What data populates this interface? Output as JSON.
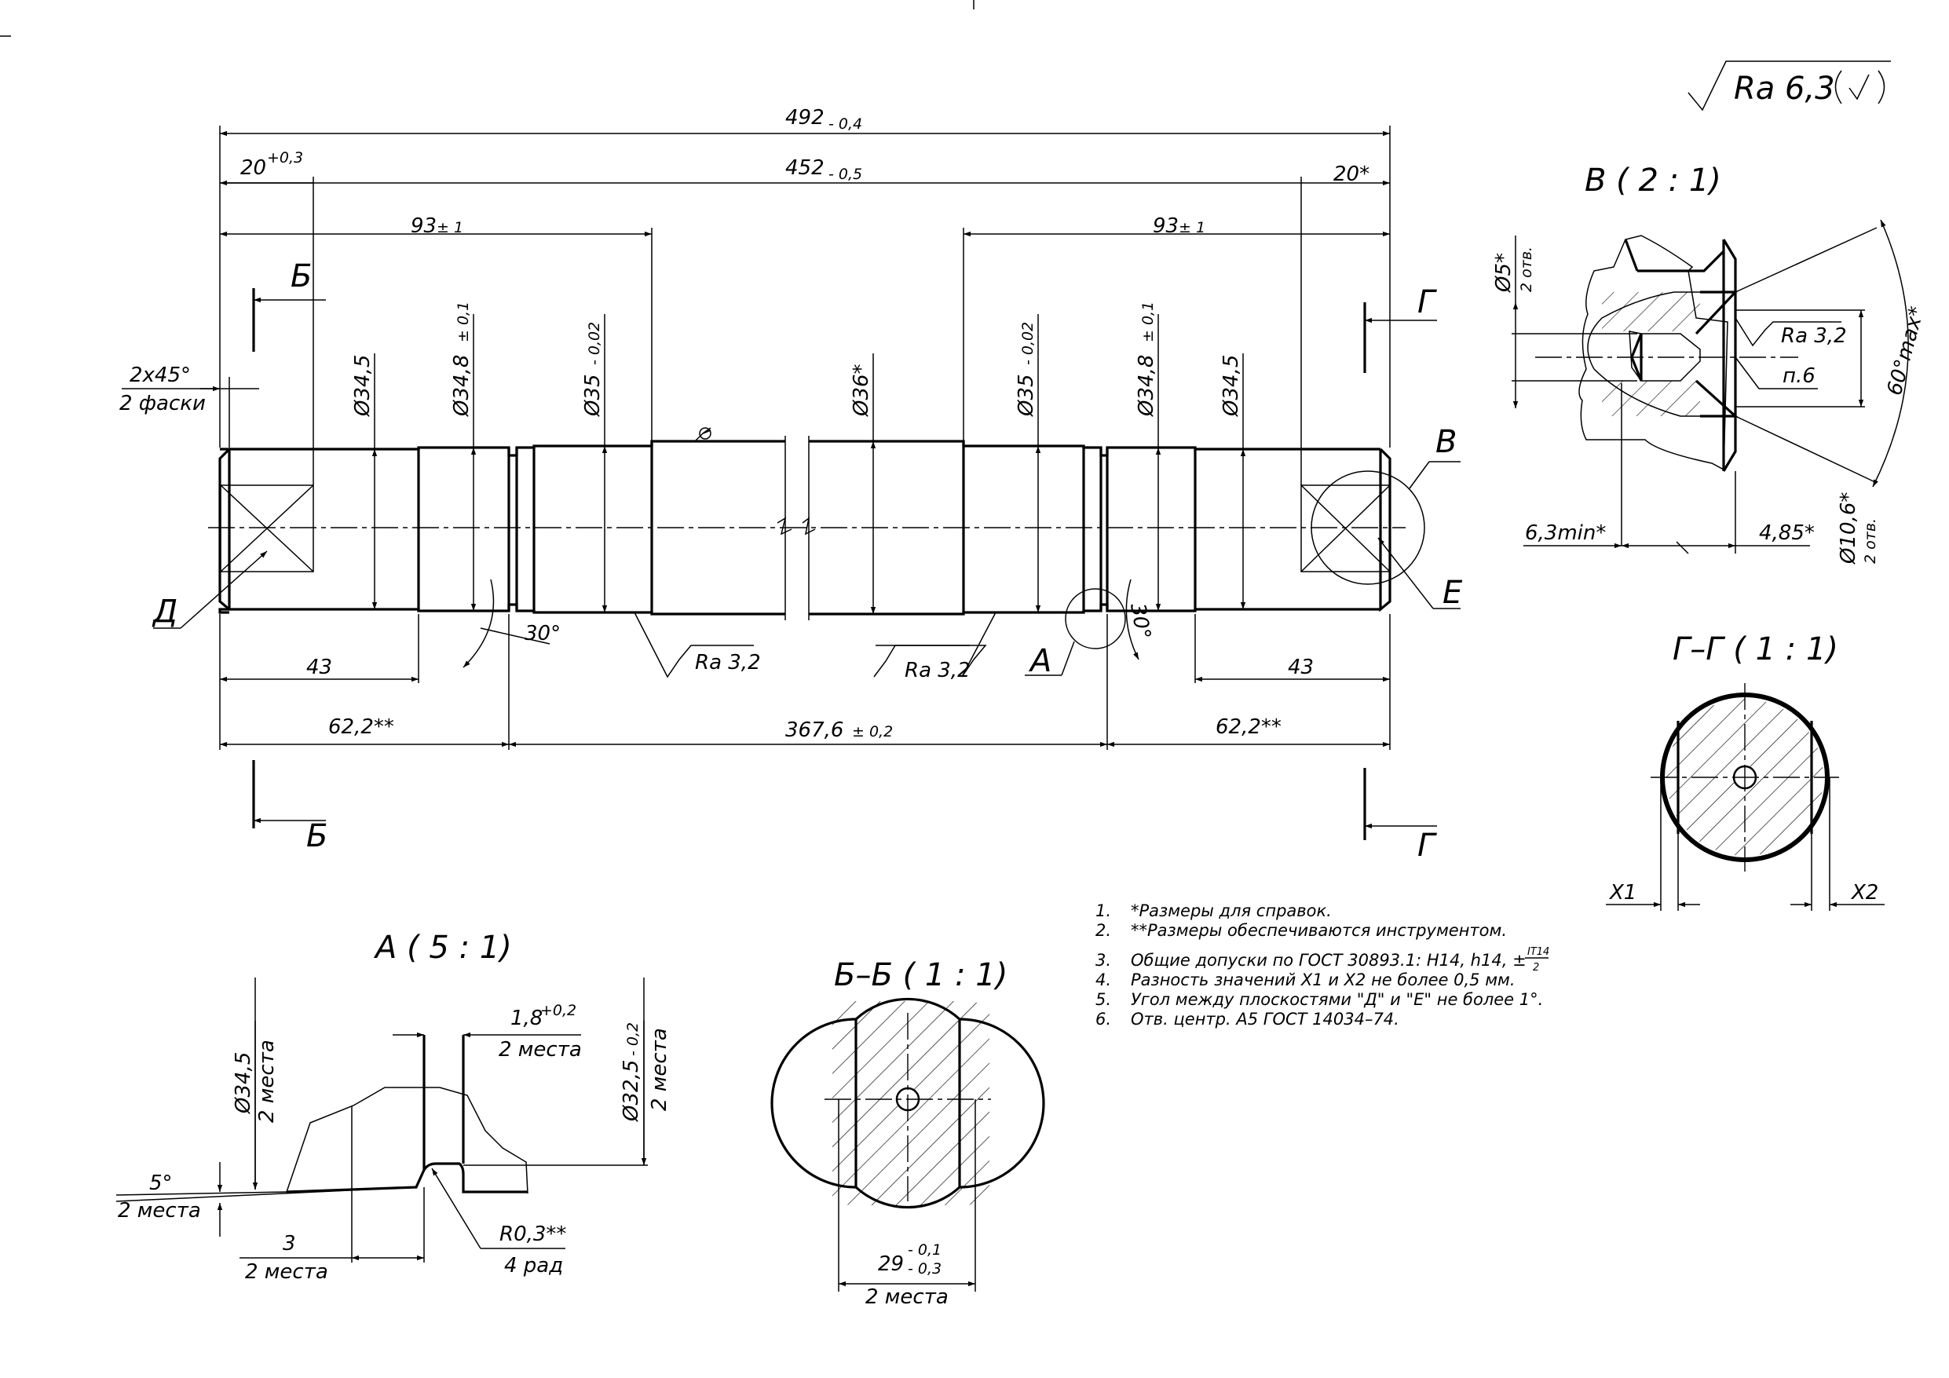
{
  "roughness_general": "Ra 6,3",
  "dims": {
    "overall": "492",
    "overall_tol": "- 0,4",
    "inner": "452",
    "inner_tol": "- 0,5",
    "left_end": "20",
    "left_end_tol": "+0,3",
    "right_end": "20*",
    "left_93": "93",
    "left_93_tol": "± 1",
    "right_93": "93",
    "right_93_tol": "± 1",
    "chamfer": "2x45°",
    "chamfer_note": "2 фаски",
    "d34_5_left": "Ø34,5",
    "d34_8_left": "Ø34,8",
    "d34_8_left_tol": "± 0,1",
    "d35_left": "Ø35",
    "d35_left_tol": "- 0,02",
    "d36": "Ø36*",
    "d35_right": "Ø35",
    "d35_right_tol": "- 0,02",
    "d34_8_right": "Ø34,8",
    "d34_8_right_tol": "± 0,1",
    "d34_5_right": "Ø34,5",
    "len43_left": "43",
    "len43_right": "43",
    "len62_left": "62,2**",
    "len62_right": "62,2**",
    "len367": "367,6",
    "len367_tol": "± 0,2",
    "angle30_left": "30°",
    "angle30_right": "30°",
    "ra32_left": "Ra 3,2",
    "ra32_right": "Ra 3,2"
  },
  "labels": {
    "cut_b_top": "Б",
    "cut_b_bottom": "Б",
    "cut_g_top": "Г",
    "cut_g_bottom": "Г",
    "view_v": "В",
    "view_a": "А",
    "plane_d": "Д",
    "plane_e": "Е"
  },
  "detail_v": {
    "title": "В ( 2 : 1)",
    "d5": "Ø5*",
    "holes": "2 отв.",
    "ra": "Ra 3,2",
    "ref": "п.6",
    "angle": "60°max*",
    "depth": "6,3min*",
    "len": "4,85*",
    "d10_6": "Ø10,6*",
    "holes2": "2 отв."
  },
  "section_g": {
    "title": "Г–Г ( 1 : 1)",
    "x1": "X1",
    "x2": "X2"
  },
  "detail_a": {
    "title": "А ( 5 : 1)",
    "d34_5": "Ø34,5",
    "places1": "2 места",
    "groove": "1,8",
    "groove_tol": "+0,2",
    "places2": "2 места",
    "d32_5": "Ø32,5",
    "d32_5_tol": "- 0,2",
    "places3": "2 места",
    "angle5": "5°",
    "places4": "2 места",
    "len3": "3",
    "places5": "2 места",
    "radius": "R0,3**",
    "radius_note": "4 рад"
  },
  "section_b": {
    "title": "Б–Б ( 1 : 1)",
    "width": "29",
    "width_tol_upper": "- 0,1",
    "width_tol_lower": "- 0,3",
    "places": "2 места"
  },
  "notes": [
    {
      "num": "1.",
      "text": "*Размеры для справок."
    },
    {
      "num": "2.",
      "text": "**Размеры обеспечиваются инструментом."
    },
    {
      "num": "3.",
      "text": "Общие допуски по ГОСТ 30893.1: H14, h14, ±"
    },
    {
      "num": "4.",
      "text": "Разность значений X1 и X2 не более 0,5 мм."
    },
    {
      "num": "5.",
      "text": "Угол между плоскостями \"Д\" и \"Е\" не более 1°."
    },
    {
      "num": "6.",
      "text": "Отв. центр. А5 ГОСТ 14034–74."
    }
  ],
  "note3_frac_num": "IT14",
  "note3_frac_den": "2"
}
